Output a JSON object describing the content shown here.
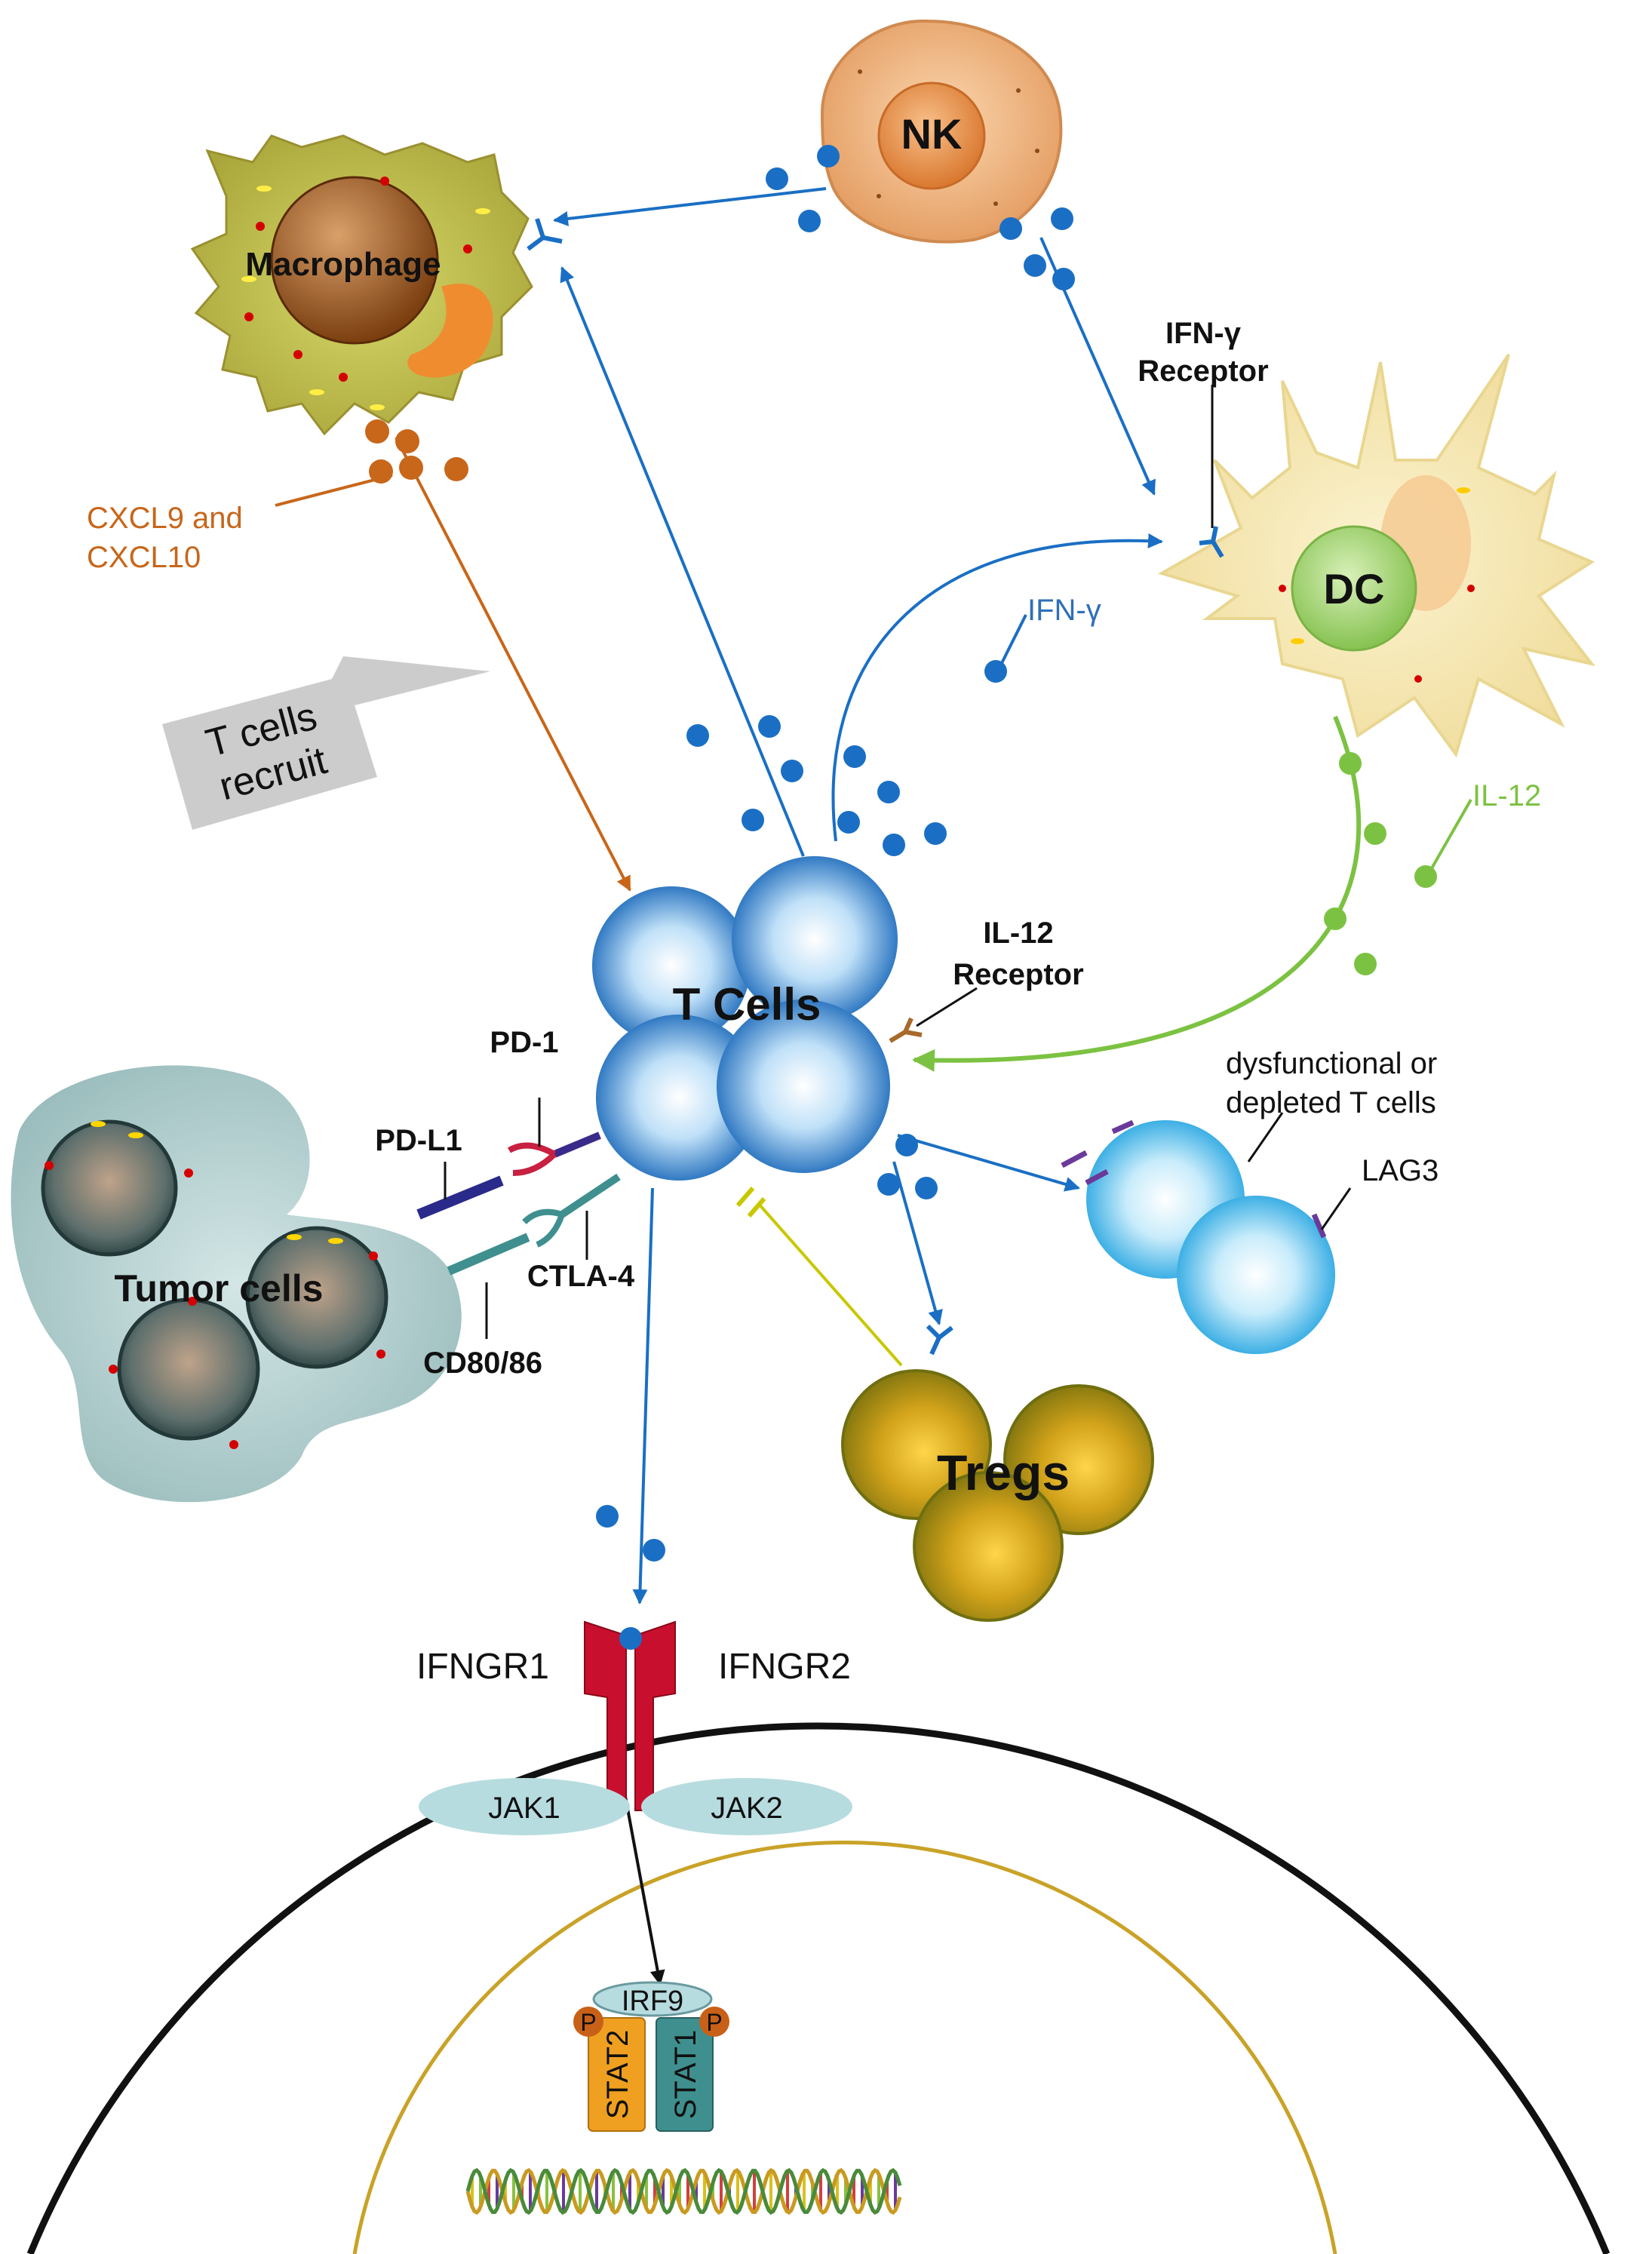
{
  "labels": {
    "nk": "NK",
    "macrophage": "Macrophage",
    "dc": "DC",
    "t_cells": "T Cells",
    "tregs": "Tregs",
    "tumor_cells": "Tumor cells",
    "ifn_gamma_receptor_line1": "IFN-γ",
    "ifn_gamma_receptor_line2": "Receptor",
    "ifn_gamma": "IFN-γ",
    "il12": "IL-12",
    "il12_receptor_line1": "IL-12",
    "il12_receptor_line2": "Receptor",
    "cxcl_line1": "CXCL9 and",
    "cxcl_line2": "CXCL10",
    "t_cells_recruit_line1": "T cells",
    "t_cells_recruit_line2": "recruit",
    "pd1": "PD-1",
    "pdl1": "PD-L1",
    "ctla4": "CTLA-4",
    "cd8086": "CD80/86",
    "dysfunctional_line1": "dysfunctional or",
    "dysfunctional_line2": "depleted T cells",
    "lag3": "LAG3",
    "ifngr1": "IFNGR1",
    "ifngr2": "IFNGR2",
    "jak1": "JAK1",
    "jak2": "JAK2",
    "irf9": "IRF9",
    "stat1": "STAT1",
    "stat2": "STAT2",
    "p_left": "P",
    "p_right": "P"
  },
  "colors": {
    "ifn_blue": "#1a6fc4",
    "cxcl_orange": "#c8661a",
    "il12_green": "#7cc242",
    "treg_yellow": "#c8c800",
    "receptor_red": "#c8102e",
    "stat1_teal": "#3f8f8f",
    "stat2_orange": "#f0a020"
  }
}
